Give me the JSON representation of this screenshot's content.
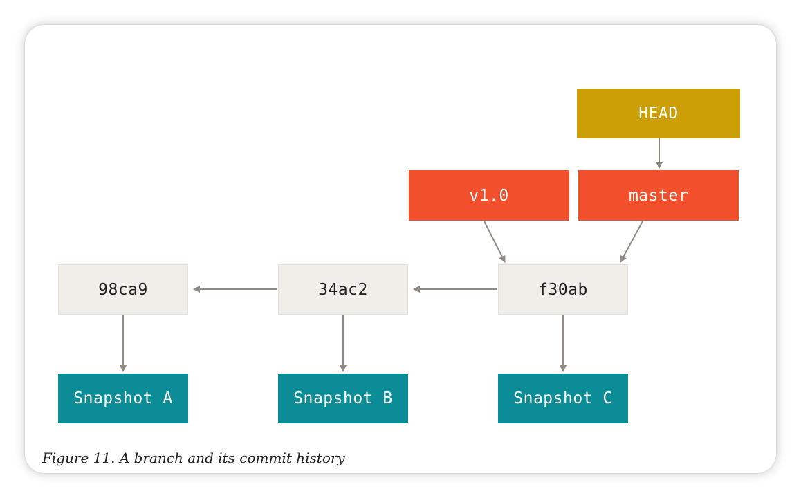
{
  "diagram": {
    "commits": [
      "98ca9",
      "34ac2",
      "f30ab"
    ],
    "snapshots": [
      "Snapshot A",
      "Snapshot B",
      "Snapshot C"
    ],
    "tag": "v1.0",
    "branch": "master",
    "head": "HEAD"
  },
  "caption": "Figure 11. A branch and its commit history",
  "colors": {
    "commit_fill": "#efeee8",
    "snapshot_fill": "#0b8c96",
    "branch_fill": "#f24f2d",
    "head_fill": "#cc9f06",
    "arrow": "#8f8a82"
  }
}
